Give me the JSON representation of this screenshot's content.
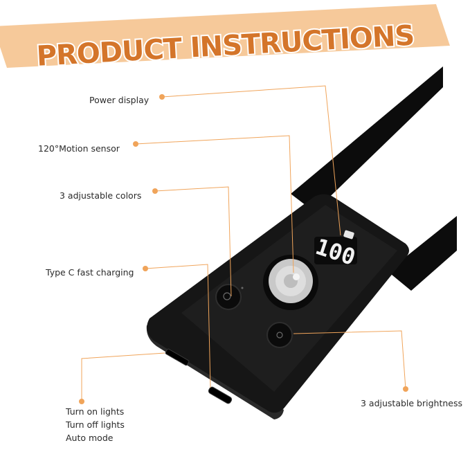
{
  "banner": {
    "title": "PRODUCT INSTRUCTIONS"
  },
  "callouts": {
    "power_display": "Power display",
    "motion_sensor": "120°Motion sensor",
    "colors": "3 adjustable colors",
    "charging": "Type C fast charging",
    "brightness": "3 adjustable brightness",
    "modes": [
      "Turn on lights",
      "Turn off lights",
      "Auto mode"
    ]
  },
  "device": {
    "display_value": "100"
  },
  "colors": {
    "accent": "#f0a45a",
    "banner_bg": "#f6c99a",
    "title_fill": "#d4752a",
    "device": "#111111"
  }
}
